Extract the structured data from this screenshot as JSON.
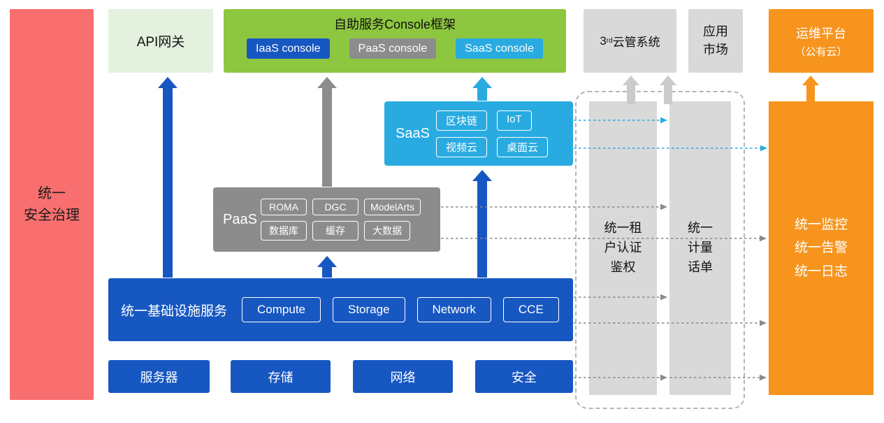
{
  "security_bar": {
    "label": "统一\n安全治理"
  },
  "api_gateway": {
    "label": "API网关"
  },
  "console_framework": {
    "title": "自助服务Console框架",
    "iaas_console": "IaaS console",
    "paas_console": "PaaS console",
    "saas_console": "SaaS console"
  },
  "third_party_cms": {
    "num": "3",
    "sup": "rd",
    "rest": "云管系统"
  },
  "app_market": {
    "label": "应用\n市场"
  },
  "om_platform": {
    "line1": "运维平台",
    "line2": "（公有云）"
  },
  "saas": {
    "label": "SaaS",
    "items": [
      "区块链",
      "IoT",
      "视频云",
      "桌面云"
    ]
  },
  "paas": {
    "label": "PaaS",
    "items": [
      "ROMA",
      "DGC",
      "ModelArts",
      "数据库",
      "缓存",
      "大数据"
    ]
  },
  "infra": {
    "label": "统一基础设施服务",
    "items": [
      "Compute",
      "Storage",
      "Network",
      "CCE"
    ]
  },
  "hardware": {
    "items": [
      "服务器",
      "存储",
      "网络",
      "安全"
    ]
  },
  "auth_bar": {
    "label": "统一租\n户认证\n鉴权"
  },
  "metering_bar": {
    "label": "统一\n计量\n话单"
  },
  "monitor_bar": {
    "label": "统一监控\n统一告警\n统一日志"
  },
  "colors": {
    "security_red": "#F96F6F",
    "api_light_green": "#E4F1DF",
    "console_green": "#8DC63F",
    "iaas_blue": "#1757C2",
    "paas_gray": "#8C8C8C",
    "panel_light_gray": "#D9D9D9",
    "saas_cyan": "#29ABE2",
    "om_orange": "#F7941E"
  }
}
